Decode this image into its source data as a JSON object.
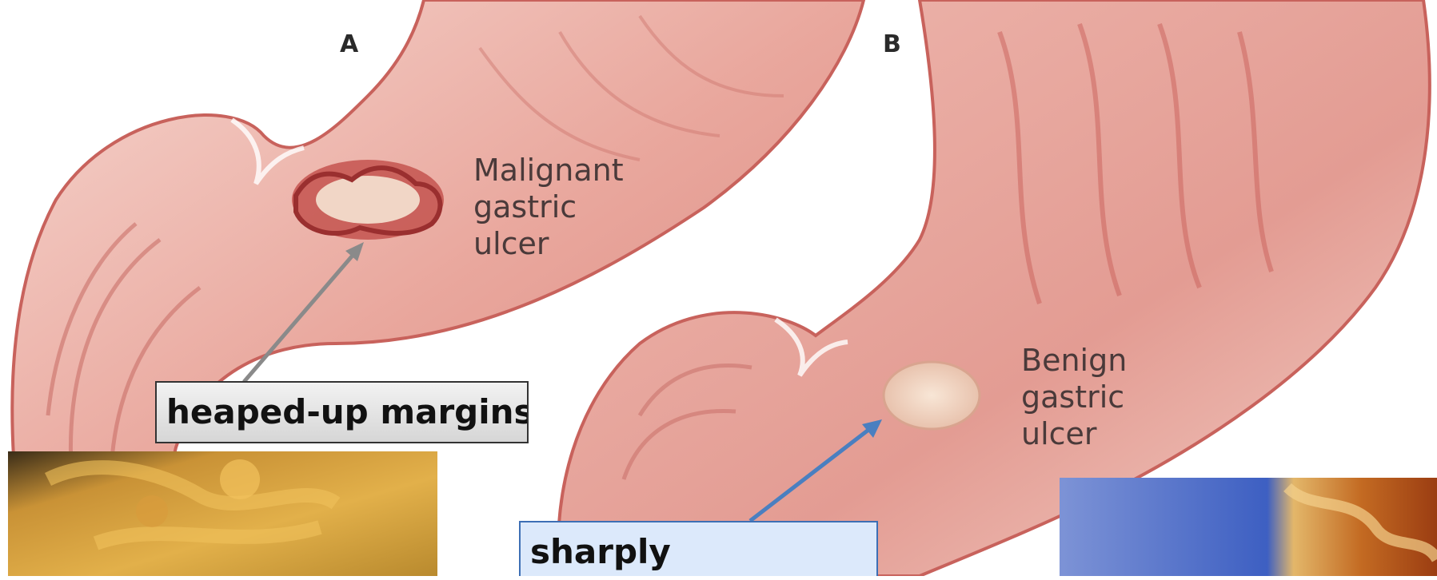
{
  "panels": {
    "a": {
      "letter": "A",
      "label_lines": [
        "Malignant",
        "gastric",
        "ulcer"
      ]
    },
    "b": {
      "letter": "B",
      "label_lines": [
        "Benign",
        "gastric",
        "ulcer"
      ]
    }
  },
  "callouts": {
    "heaped": {
      "text": "heaped-up margins"
    },
    "sharply": {
      "text": "sharply"
    }
  },
  "colors": {
    "tissue": "#e8a39a",
    "tissue_dark": "#c7615c",
    "arrow_grey": "#8a8a8a",
    "arrow_blue": "#4a7fc0"
  }
}
